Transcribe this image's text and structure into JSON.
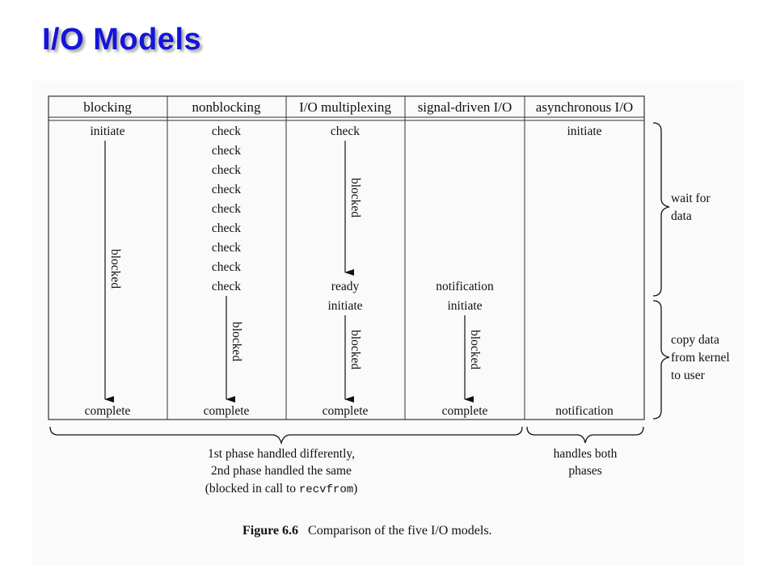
{
  "slide": {
    "title": "I/O Models"
  },
  "figure": {
    "columns": [
      "blocking",
      "nonblocking",
      "I/O multiplexing",
      "signal-driven I/O",
      "asynchronous I/O"
    ],
    "blocking": {
      "top": "initiate",
      "blocked": "blocked",
      "bottom": "complete"
    },
    "nonblocking": {
      "checks": [
        "check",
        "check",
        "check",
        "check",
        "check",
        "check",
        "check",
        "check",
        "check"
      ],
      "blocked": "blocked",
      "bottom": "complete"
    },
    "multiplexing": {
      "top": "check",
      "blocked1": "blocked",
      "ready": "ready",
      "initiate": "initiate",
      "blocked2": "blocked",
      "bottom": "complete"
    },
    "signal": {
      "notification": "notification",
      "initiate": "initiate",
      "blocked": "blocked",
      "bottom": "complete"
    },
    "async": {
      "top": "initiate",
      "bottom": "notification"
    },
    "phases": {
      "wait": [
        "wait for",
        "data"
      ],
      "copy": [
        "copy data",
        "from kernel",
        "to user"
      ]
    },
    "bottom_notes": {
      "left_lines": [
        "1st phase handled differently,",
        "2nd phase handled the same"
      ],
      "left_last_prefix": "(blocked in call to ",
      "left_last_code": "recvfrom",
      "left_last_suffix": ")",
      "right_lines": [
        "handles both",
        "phases"
      ]
    },
    "caption": {
      "label": "Figure 6.6",
      "text": "Comparison of the five I/O models."
    }
  }
}
